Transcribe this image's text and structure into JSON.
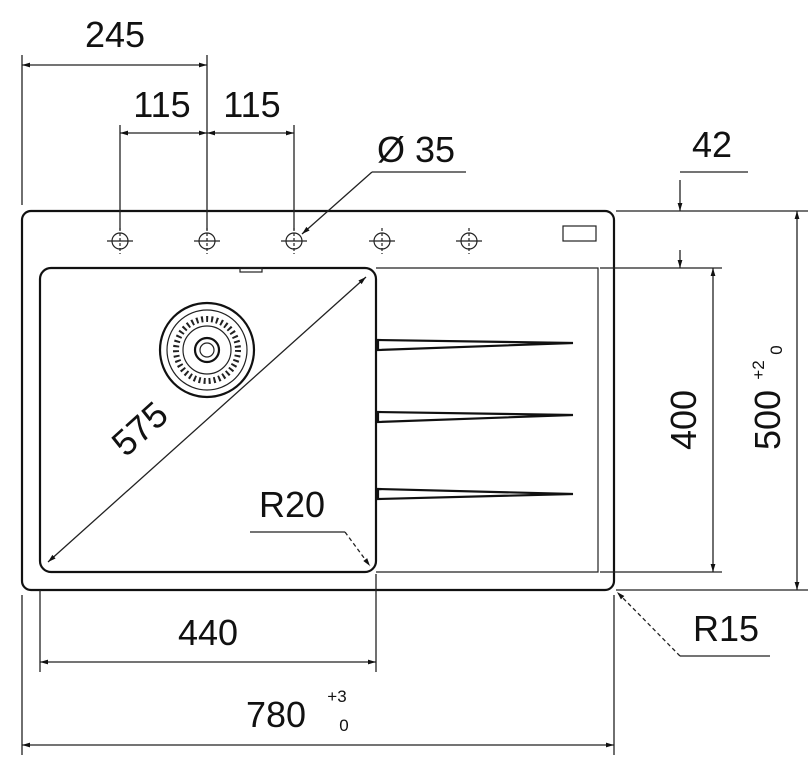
{
  "dimensions": {
    "width_total": "245",
    "hole_spacing_1": "115",
    "hole_spacing_2": "115",
    "hole_diameter": "Ø 35",
    "top_edge": "42",
    "diagonal": "575",
    "bowl_radius": "R20",
    "bowl_depth": "400",
    "depth": "500",
    "depth_tol_upper": "+2",
    "depth_tol_lower": "0",
    "corner_radius": "R15",
    "bowl_width": "440",
    "width": "780",
    "width_tol_upper": "+3",
    "width_tol_lower": "0"
  }
}
